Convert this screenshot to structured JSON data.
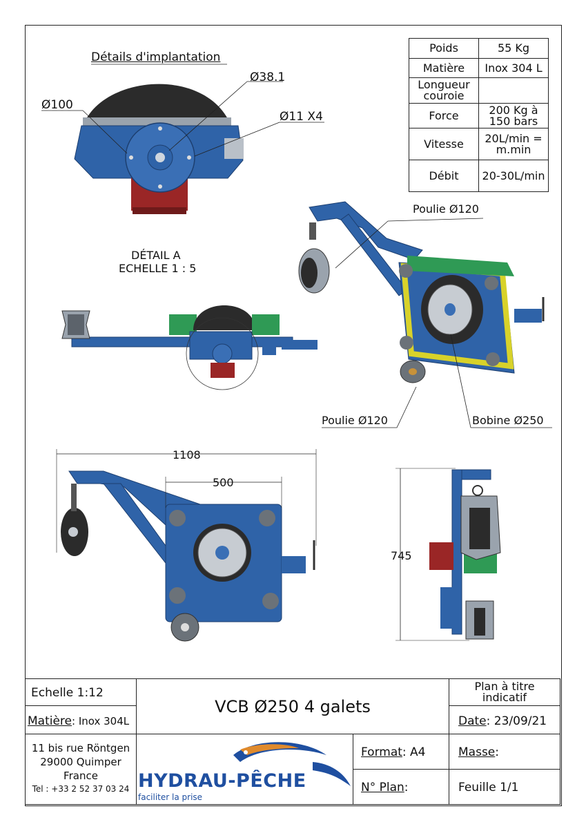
{
  "drawing": {
    "details_title": "Détails d'implantation",
    "dim_d100": "Ø100",
    "dim_d38": "Ø38.1",
    "dim_d11": "Ø11 X4",
    "detail_label_1": "DÉTAIL A",
    "detail_label_2": "ECHELLE 1 : 5",
    "poulie_top": "Poulie Ø120",
    "poulie_bottom": "Poulie Ø120",
    "bobine": "Bobine Ø250",
    "dim_1108": "1108",
    "dim_500": "500",
    "dim_745": "745"
  },
  "spec_table": [
    {
      "label": "Poids",
      "value": "55 Kg"
    },
    {
      "label": "Matière",
      "value": "Inox 304 L"
    },
    {
      "label": "Longueur couroie",
      "value": ""
    },
    {
      "label": "Force",
      "value": "200 Kg à 150 bars"
    },
    {
      "label": "Vitesse",
      "value": "20L/min = m.min"
    },
    {
      "label": "Débit",
      "value": "20-30L/min"
    }
  ],
  "title_block": {
    "echelle": "Echelle 1:12",
    "title": "VCB Ø250 4 galets",
    "plan_note": "Plan à titre indicatif",
    "matiere_label": "Matière",
    "matiere_value": ": Inox 304L",
    "date_label": "Date",
    "date_value": ": 23/09/21",
    "address_1": "11 bis rue Röntgen",
    "address_2": "29000 Quimper",
    "address_3": "France",
    "tel": "Tel : +33 2 52 37 03 24",
    "logo_text": "HYDRAU-PÊCHE",
    "logo_tagline": "faciliter la prise",
    "format_label": "Format",
    "format_value": ": A4",
    "masse_label": "Masse",
    "masse_value": ":",
    "plan_no_label": "N° Plan",
    "plan_no_value": ":",
    "feuille": "Feuille 1/1"
  },
  "colors": {
    "blue": "#2f63a8",
    "dark": "#2b2b2b",
    "red": "#9a2626",
    "green": "#2f9a55",
    "yellow": "#d8d22a",
    "logo_blue": "#1f4fa0",
    "logo_orange": "#e08a2c"
  }
}
